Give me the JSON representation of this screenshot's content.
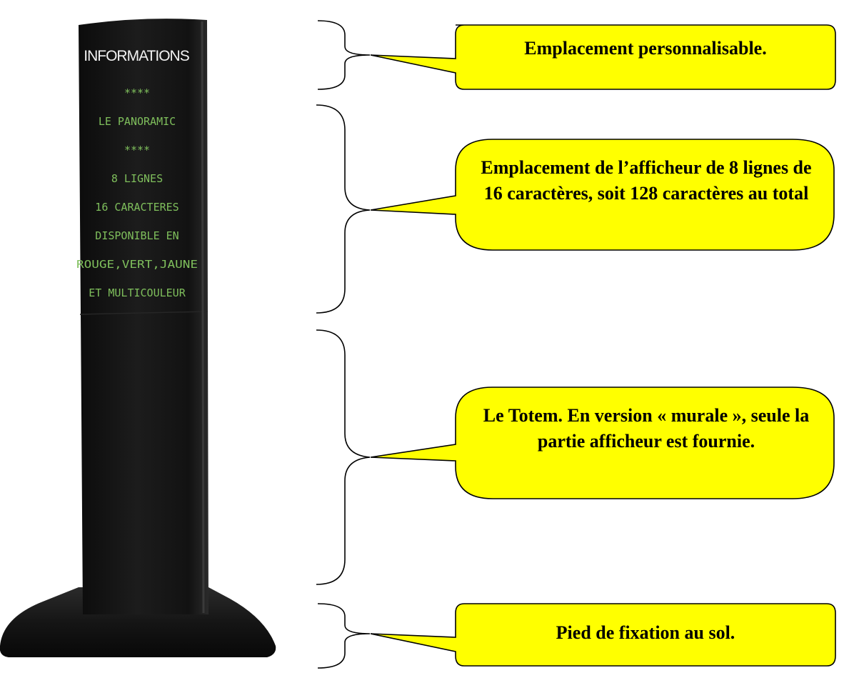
{
  "colors": {
    "callout_fill": "#ffff00",
    "callout_stroke": "#000000",
    "totem_body": "#141414",
    "led_green": "#7fbf5c",
    "header_text": "#f2f2f2",
    "background": "#ffffff"
  },
  "totem": {
    "header": "INFORMATIONS",
    "display_lines": [
      "****",
      "LE PANORAMIC",
      "****",
      "8 LIGNES",
      "16 CARACTERES",
      "DISPONIBLE EN",
      "ROUGE,VERT,JAUNE",
      "ET MULTICOULEUR"
    ]
  },
  "callouts": [
    {
      "text": "Emplacement personnalisable."
    },
    {
      "text": "Emplacement de l’afficheur de 8 lignes de 16 caractères, soit 128 caractères au total"
    },
    {
      "text": "Le Totem. En version « murale », seule la partie afficheur est fournie."
    },
    {
      "text": "Pied de fixation au sol."
    }
  ]
}
